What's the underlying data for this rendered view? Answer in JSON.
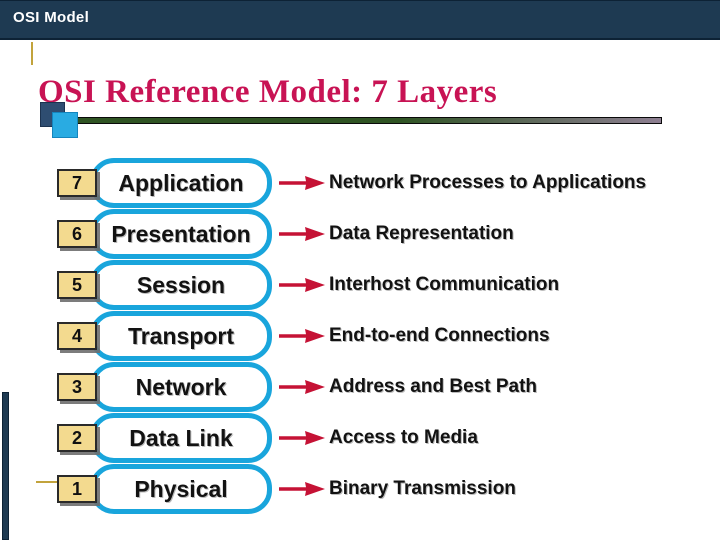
{
  "header": {
    "title": "OSI Model"
  },
  "title": "OSI Reference Model: 7 Layers",
  "layers": [
    {
      "number": "7",
      "name": "Application",
      "description": "Network Processes to Applications"
    },
    {
      "number": "6",
      "name": "Presentation",
      "description": "Data Representation"
    },
    {
      "number": "5",
      "name": "Session",
      "description": "Interhost Communication"
    },
    {
      "number": "4",
      "name": "Transport",
      "description": "End-to-end Connections"
    },
    {
      "number": "3",
      "name": "Network",
      "description": "Address and Best Path"
    },
    {
      "number": "2",
      "name": "Data Link",
      "description": "Access to Media"
    },
    {
      "number": "1",
      "name": "Physical",
      "description": "Binary Transmission"
    }
  ],
  "colors": {
    "header-navy": "#1e3a52",
    "title-crimson": "#c81354",
    "box-border-blue": "#19a5dc",
    "tag-fill": "#f3da8f",
    "arrow-red": "#c51235",
    "underline-green": "#2f5423",
    "underline-end-gray": "#8e7f92",
    "accent-gold": "#c2a33c",
    "square-navy": "#2e4d71",
    "square-blue": "#29abe2"
  }
}
